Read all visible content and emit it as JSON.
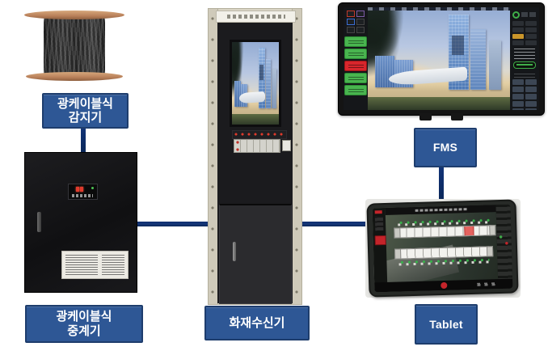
{
  "diagram": {
    "nodes": {
      "detector": {
        "line1": "광케이블식",
        "line2": "감지기"
      },
      "repeater": {
        "line1": "광케이블식",
        "line2": "중계기"
      },
      "receiver": {
        "text": "화재수신기"
      },
      "fms": {
        "text": "FMS"
      },
      "tablet": {
        "text": "Tablet"
      }
    },
    "colors": {
      "label_fill": "#2e5795",
      "label_border": "#1e3d6d",
      "label_text": "#ffffff",
      "connector": "#0e2f6e",
      "status_green": "#49b54f",
      "alarm_red": "#d8262c"
    },
    "monitor_ui": {
      "status_buttons": [
        "green",
        "green",
        "red",
        "green",
        "green"
      ]
    },
    "tablet_ui": {
      "tunnel_rows": 2,
      "alarm_segment": "red",
      "status_dot_color": "#37b34a"
    }
  }
}
